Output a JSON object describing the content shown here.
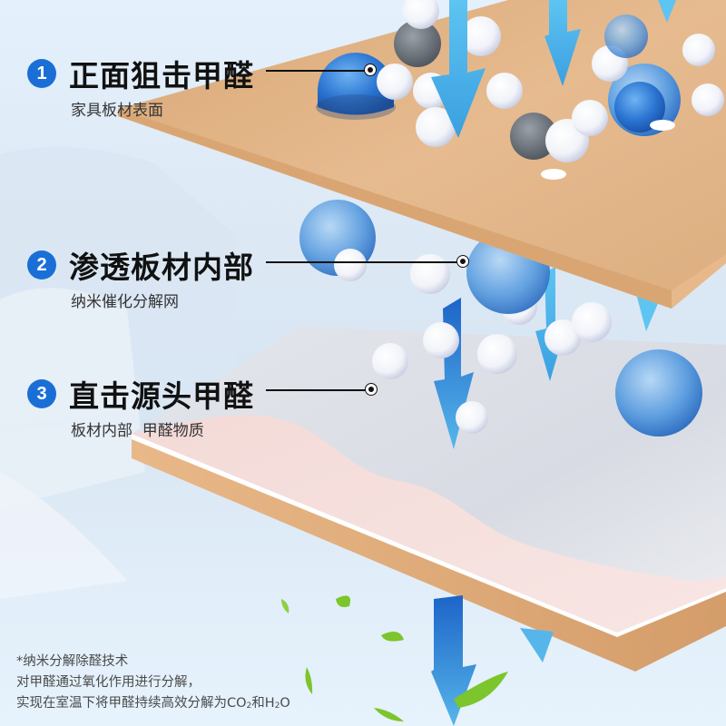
{
  "callouts": [
    {
      "number": "1",
      "title": "正面狙击甲醛",
      "subtitle": "家具板材表面"
    },
    {
      "number": "2",
      "title": "渗透板材内部",
      "subtitle": "纳米催化分解网"
    },
    {
      "number": "3",
      "title": "直击源头甲醛",
      "subtitle": "板材内部  甲醛物质"
    }
  ],
  "footnote": {
    "heading": "*纳米分解除醛技术",
    "line1": "对甲醛通过氧化作用进行分解，",
    "line2_prefix": "实现在室温下将甲醛持续高效分解为",
    "co2": "CO",
    "co2_sub": "2",
    "and": "和",
    "h2o_h": "H",
    "h2o_sub": "2",
    "h2o_o": "O"
  },
  "colors": {
    "accent_blue": "#1a6fd6",
    "wood": "#e2b388",
    "board_white": "#eef1f5",
    "pink_layer": "#f2d9d8",
    "leaf_green": "#7cc52c"
  }
}
